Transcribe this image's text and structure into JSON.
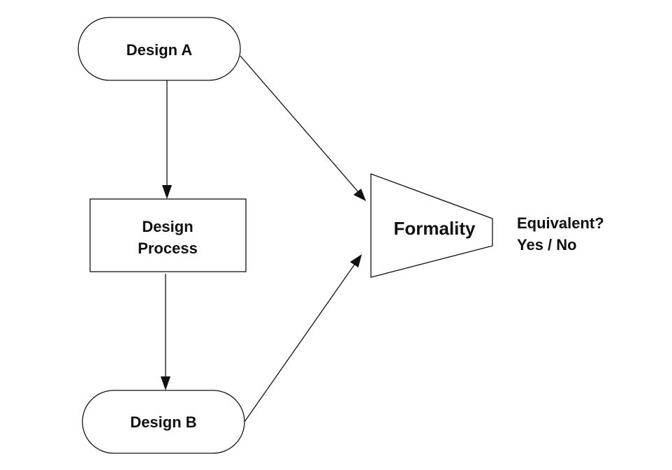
{
  "nodes": {
    "design_a": {
      "label": "Design A"
    },
    "design_process": {
      "line1": "Design",
      "line2": "Process"
    },
    "design_b": {
      "label": "Design B"
    },
    "formality": {
      "label": "Formality"
    }
  },
  "result": {
    "line1": "Equivalent?",
    "line2": "Yes / No"
  },
  "edges": [
    {
      "from": "Design A",
      "to": "Design Process"
    },
    {
      "from": "Design Process",
      "to": "Design B"
    },
    {
      "from": "Design A",
      "to": "Formality"
    },
    {
      "from": "Design B",
      "to": "Formality"
    }
  ]
}
